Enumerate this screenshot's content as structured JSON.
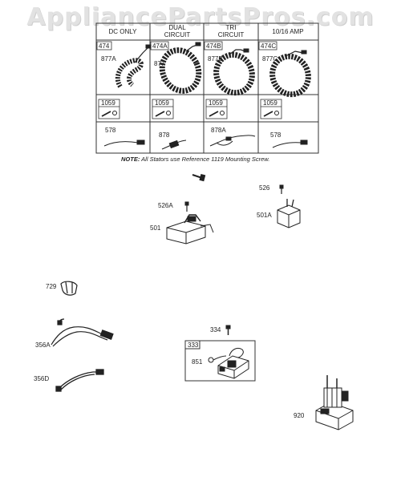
{
  "watermark": "AppliancePartsPros.com",
  "table": {
    "columns": [
      {
        "header": [
          "DC ONLY"
        ],
        "ref": "474",
        "stator": "877A",
        "kit": "1059",
        "wire": "578"
      },
      {
        "header": [
          "DUAL",
          "CIRCUIT"
        ],
        "ref": "474A",
        "stator": "877",
        "kit": "1059",
        "wire": "878"
      },
      {
        "header": [
          "TRI",
          "CIRCUIT"
        ],
        "ref": "474B",
        "stator": "877B",
        "kit": "1059",
        "wire": "878A"
      },
      {
        "header": [
          "10/16 AMP"
        ],
        "ref": "474C",
        "stator": "877C",
        "kit": "1059",
        "wire": "578"
      }
    ],
    "note_bold": "NOTE:",
    "note_text": "All Stators use Reference  1119  Mounting Screw."
  },
  "parts": {
    "p526A": "526A",
    "p501": "501",
    "p526": "526",
    "p501A": "501A",
    "p729": "729",
    "p356A": "356A",
    "p356D": "356D",
    "p334": "334",
    "p333": "333",
    "p851": "851",
    "p920": "920"
  }
}
